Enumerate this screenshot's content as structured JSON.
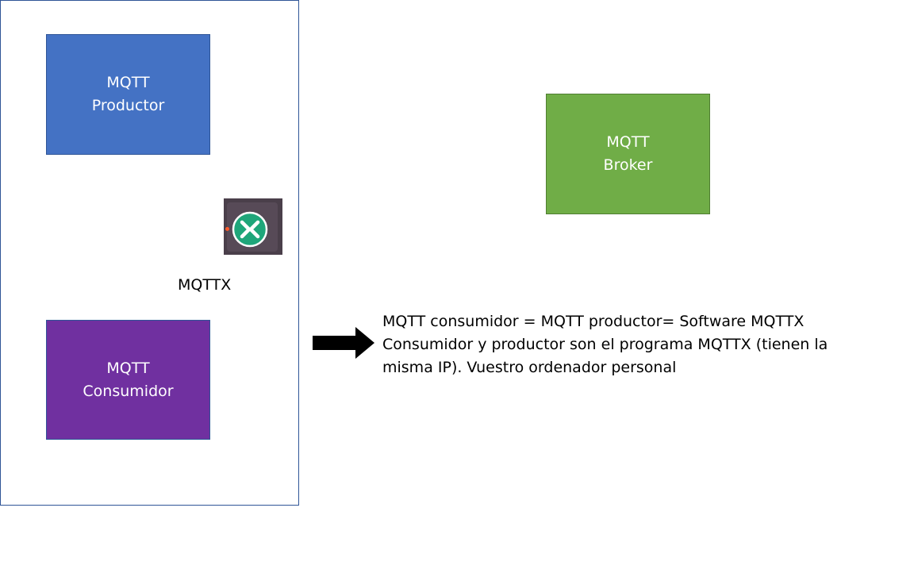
{
  "productor": {
    "line1": "MQTT",
    "line2": "Productor"
  },
  "consumidor": {
    "line1": "MQTT",
    "line2": "Consumidor"
  },
  "broker": {
    "line1": "MQTT",
    "line2": "Broker"
  },
  "app_label": "MQTTX",
  "description": {
    "line1": "MQTT consumidor = MQTT productor= Software MQTTX",
    "line2": "Consumidor y productor son el programa MQTTX (tienen la",
    "line3": "misma IP). Vuestro ordenador personal"
  },
  "colors": {
    "productor": "#4472c4",
    "consumidor": "#7030a0",
    "broker": "#70ad47",
    "mqttx_logo": "#1fa67a"
  },
  "icons": {
    "app": "mqttx-app-icon",
    "arrow": "right-arrow-icon"
  }
}
